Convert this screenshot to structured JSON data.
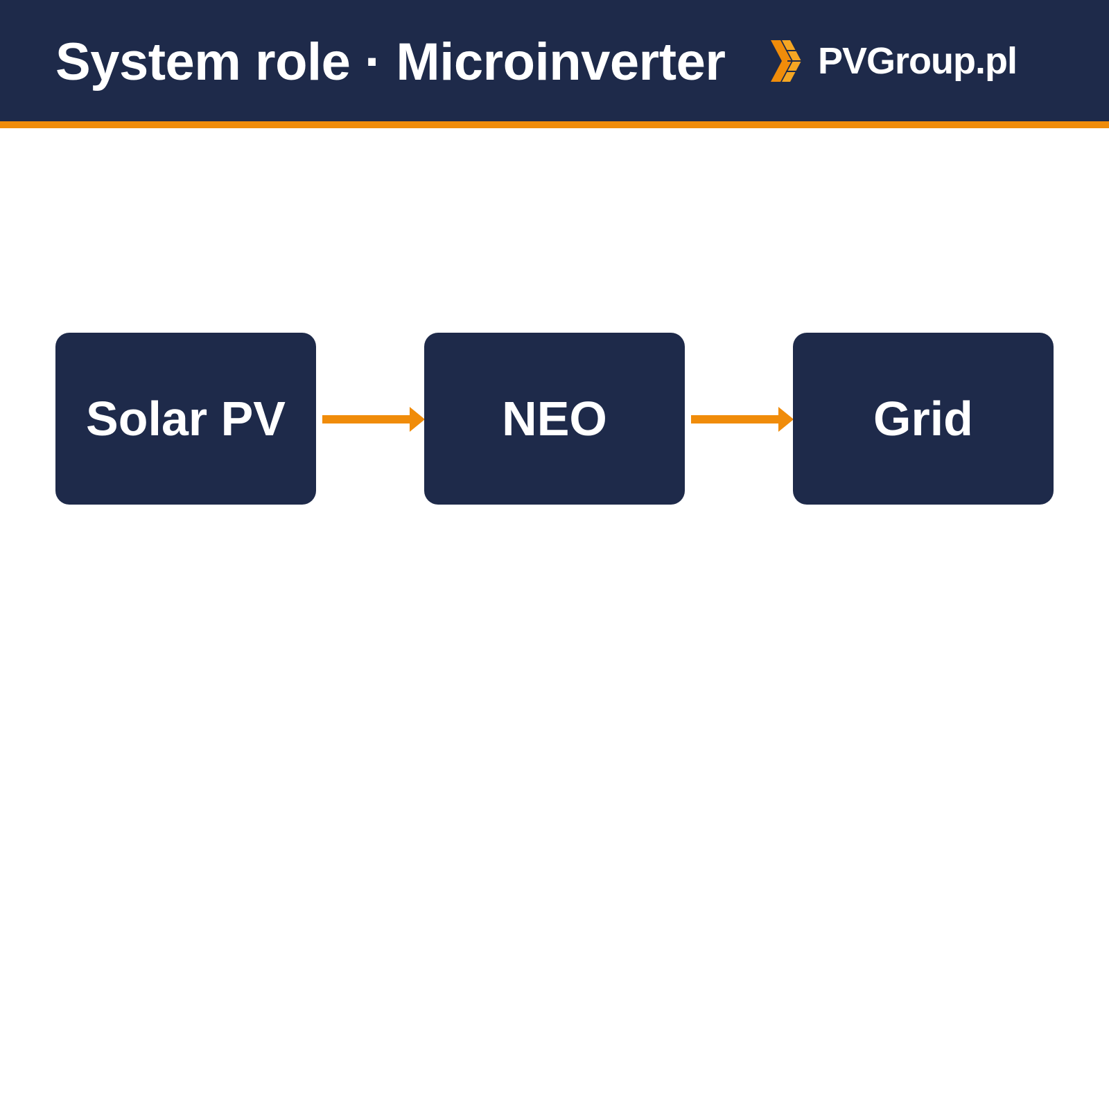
{
  "header": {
    "title": "System role · Microinverter",
    "logo_text": "PVGroup.pl",
    "logo_icon": "chevron-logo-icon"
  },
  "diagram": {
    "nodes": [
      {
        "label": "Solar PV"
      },
      {
        "label": "NEO"
      },
      {
        "label": "Grid"
      }
    ],
    "edges": [
      {
        "from": "Solar PV",
        "to": "NEO"
      },
      {
        "from": "NEO",
        "to": "Grid"
      }
    ]
  },
  "colors": {
    "navy": "#1e2a4a",
    "accent": "#f08c0a",
    "background": "#ffffff",
    "text": "#ffffff"
  }
}
